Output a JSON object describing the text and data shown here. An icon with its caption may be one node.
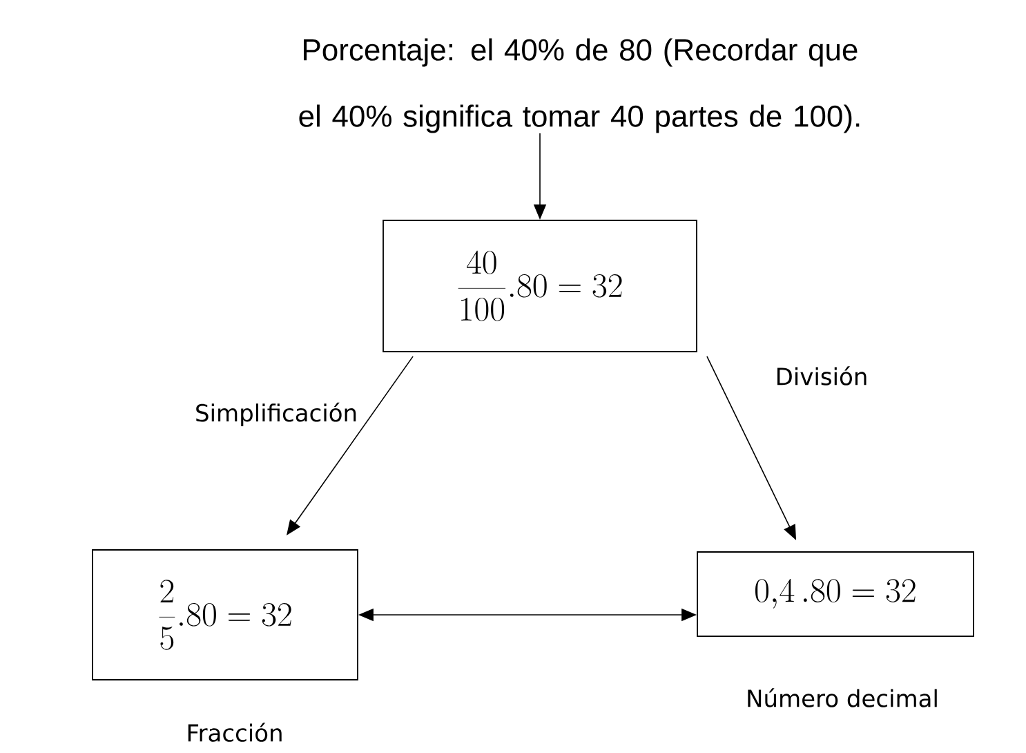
{
  "diagram": {
    "nodes": [
      {
        "text": [
          "Porcentaje: el 40% de 80 (Recordar que el 40% significa tomar 40 partes de 100)."
        ]
      },
      {
        "text": [
          "\\frac{40}{100}.80=32"
        ]
      },
      {
        "text": [
          "\\frac{2}{5}.80=32"
        ],
        "beside": [
          "Fracción"
        ]
      },
      {
        "text": [
          "0{,}4\\,.80=32"
        ],
        "beside": [
          "Número decimal"
        ]
      }
    ],
    "edges": [
      {
        "from": 0,
        "to": 1,
        "arrow": "to"
      },
      {
        "from": 1,
        "to": 2,
        "arrow": "to",
        "label": "Simplificación"
      },
      {
        "from": 1,
        "to": 3,
        "arrow": "to",
        "label": "División"
      },
      {
        "from": 2,
        "to": 3,
        "arrow": "both"
      }
    ]
  }
}
